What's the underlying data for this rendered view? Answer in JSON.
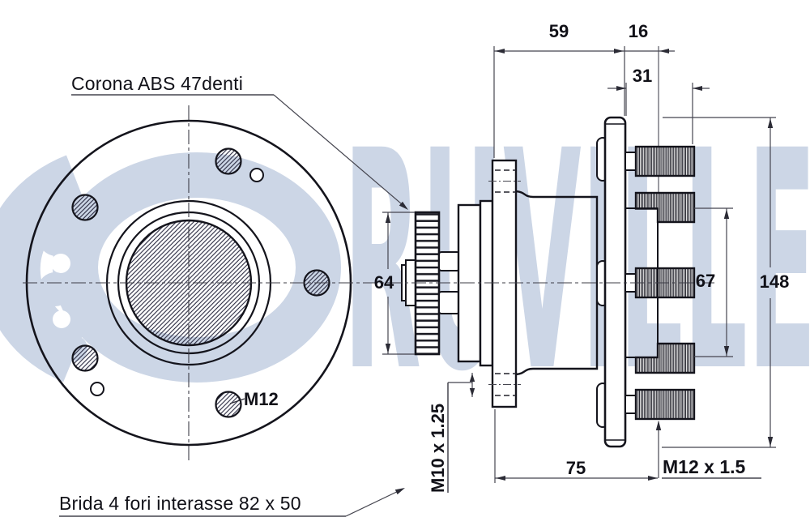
{
  "watermark": {
    "text": "RUVILLE",
    "color": "#ccd6e6"
  },
  "labels": {
    "abs_ring": "Corona ABS 47denti",
    "flange": "Brida 4 fori interasse 82 x 50",
    "bolt_hole": "M12"
  },
  "dimensions": {
    "d59": "59",
    "d16": "16",
    "d31": "31",
    "d64": "64",
    "d67": "67",
    "d148": "148",
    "d75": "75",
    "thread_small": "M10 x 1.25",
    "thread_stud": "M12 x 1.5"
  }
}
